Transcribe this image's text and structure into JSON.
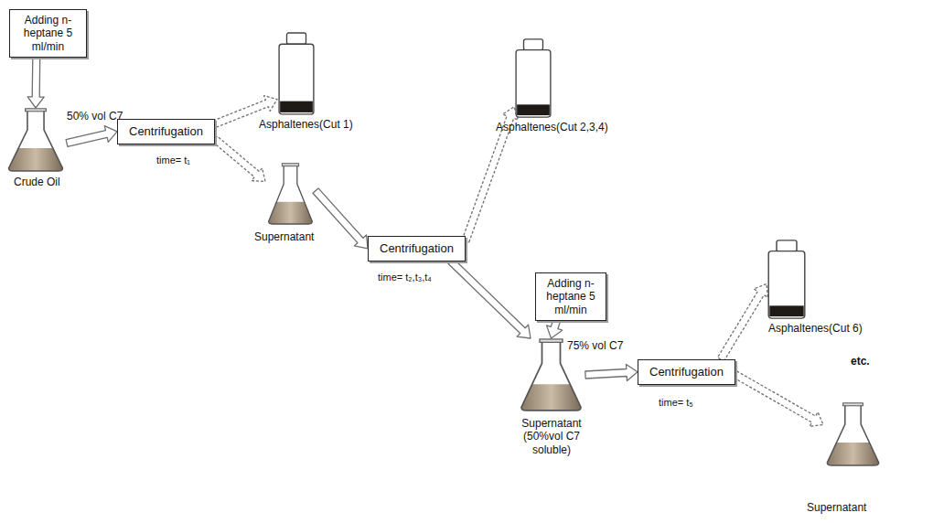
{
  "diagram": {
    "nodes": [
      {
        "text": [
          "Adding n-heptane 5 ml/min"
        ]
      },
      {
        "text": [
          "50% vol C7",
          "Crude Oil"
        ]
      },
      {
        "text": [
          "Centrifugation",
          "time= t₁"
        ]
      },
      {
        "text": [
          "Asphaltenes(Cut 1)"
        ]
      },
      {
        "text": [
          "Supernatant"
        ]
      },
      {
        "text": [
          "Centrifugation",
          "time= t₂,t₃,t₄"
        ]
      },
      {
        "text": [
          "Asphaltenes(Cut 2,3,4)"
        ]
      },
      {
        "text": [
          "Adding n-heptane 5 ml/min"
        ]
      },
      {
        "text": [
          "75% vol C7",
          "Supernatant (50%vol C7 soluble)"
        ]
      },
      {
        "text": [
          "Centrifugation",
          "time= t₅"
        ]
      },
      {
        "text": [
          "Asphaltenes(Cut 6)"
        ]
      },
      {
        "text": [
          "Supernatant"
        ]
      }
    ],
    "edges": [
      {
        "from": 0,
        "to": 1,
        "arrow": "to"
      },
      {
        "from": 1,
        "to": 2,
        "arrow": "to"
      },
      {
        "from": 2,
        "to": 3,
        "arrow": "to"
      },
      {
        "from": 2,
        "to": 4,
        "arrow": "to"
      },
      {
        "from": 4,
        "to": 5,
        "arrow": "to"
      },
      {
        "from": 5,
        "to": 6,
        "arrow": "to"
      },
      {
        "from": 5,
        "to": 8,
        "arrow": "to"
      },
      {
        "from": 7,
        "to": 8,
        "arrow": "to"
      },
      {
        "from": 8,
        "to": 9,
        "arrow": "to"
      },
      {
        "from": 9,
        "to": 10,
        "arrow": "to"
      },
      {
        "from": 9,
        "to": 11,
        "arrow": "to"
      }
    ],
    "labels": [
      "etc."
    ]
  }
}
